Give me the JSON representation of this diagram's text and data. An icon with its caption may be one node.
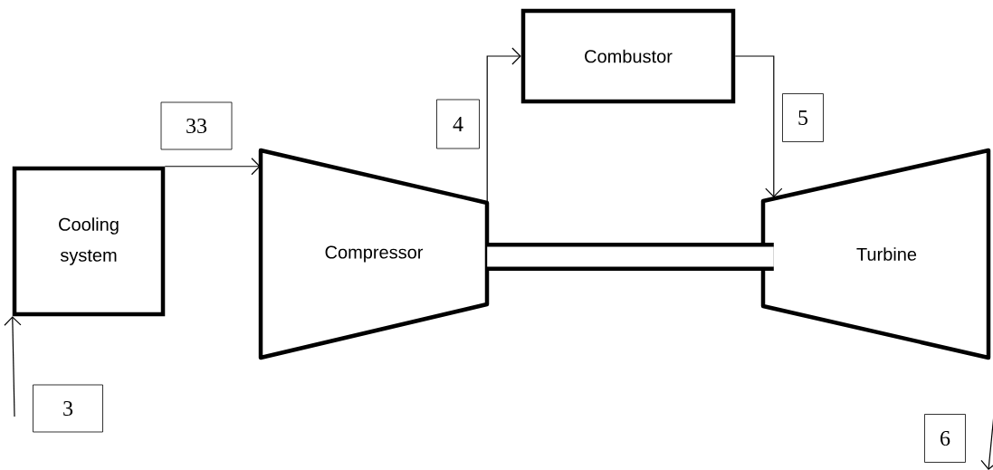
{
  "diagram": {
    "nodes": [
      {
        "text": [
          "Cooling system"
        ]
      },
      {
        "text": [
          "Compressor"
        ]
      },
      {
        "text": [
          "Combustor"
        ]
      },
      {
        "text": [
          "Turbine"
        ]
      }
    ],
    "edges": [
      {
        "from": null,
        "to": 0,
        "arrow": "to",
        "label": "3"
      },
      {
        "from": 0,
        "to": 1,
        "arrow": "to",
        "label": "33"
      },
      {
        "from": 1,
        "to": 2,
        "arrow": "to",
        "label": "4"
      },
      {
        "from": 2,
        "to": 3,
        "arrow": "to",
        "label": "5"
      },
      {
        "from": 3,
        "to": null,
        "arrow": "to",
        "label": "6"
      },
      {
        "from": 1,
        "to": 3,
        "arrow": "none",
        "style": "thick"
      }
    ]
  }
}
